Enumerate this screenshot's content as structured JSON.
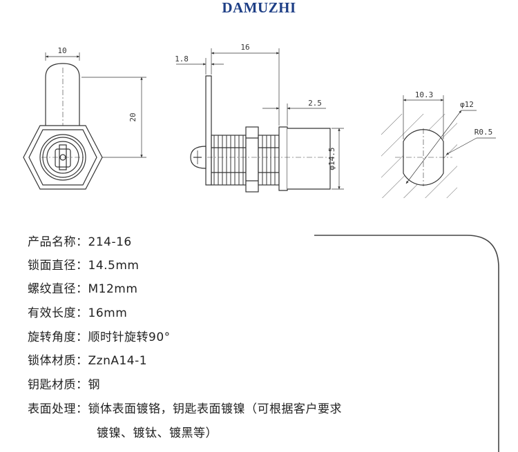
{
  "header": {
    "brand": "DAMUZHI"
  },
  "drawing": {
    "dim_width": "10",
    "dim_height": "20",
    "dim_plate": "1.8",
    "dim_length": "16",
    "dim_face": "2.5",
    "dim_dia_face": "φ14.5",
    "dim_cut": "10.3",
    "dim_dia_thread": "φ12",
    "dim_radius": "R0.5"
  },
  "specs": [
    {
      "label": "产品名称：",
      "value": "214-16"
    },
    {
      "label": "锁面直径：",
      "value": "14.5mm"
    },
    {
      "label": "螺纹直径：",
      "value": "M12mm"
    },
    {
      "label": "有效长度：",
      "value": "16mm"
    },
    {
      "label": "旋转角度：",
      "value": "顺时针旋转90°"
    },
    {
      "label": "锁体材质：",
      "value": "ZznA14-1"
    },
    {
      "label": "钥匙材质：",
      "value": "钢"
    },
    {
      "label": "表面处理：",
      "value": "锁体表面镀铬，钥匙表面镀镍（可根据客户要求"
    }
  ],
  "specs_continuation": "镀镍、镀钛、镀黑等）",
  "colors": {
    "brand": "#1e3f86",
    "line": "#333333",
    "accent_curve": "#444444"
  }
}
